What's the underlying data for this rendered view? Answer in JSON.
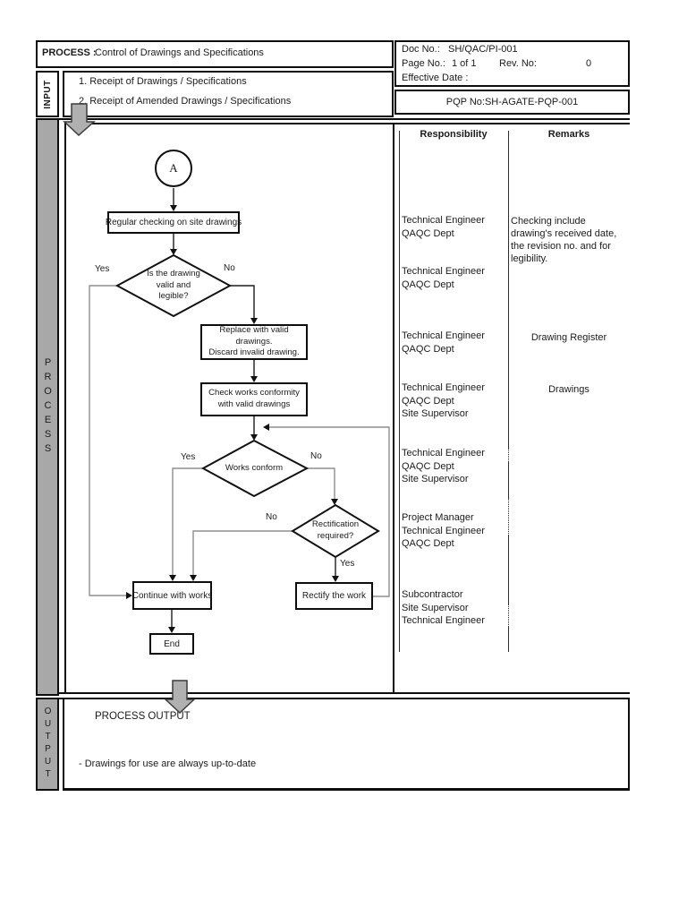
{
  "doc": {
    "header": {
      "process_label": "PROCESS :",
      "process_title": "Control of Drawings and Specifications",
      "doc_no_label": "Doc No.:",
      "doc_no_value": "SH/QAC/PI-001",
      "page_no_label": "Page No.:",
      "page_no_value": "1 of 1",
      "rev_no_label": "Rev. No:",
      "rev_no_value": "0",
      "effective_date_label": "Effective Date :",
      "pqp_no": "PQP No:SH-AGATE-PQP-001"
    },
    "input": {
      "label": "INPUT",
      "items": [
        "1. Receipt of Drawings / Specifications",
        "2. Receipt of Amended Drawings / Specifications"
      ]
    },
    "process": {
      "label": "PROCESS",
      "responsibility_header": "Responsibility",
      "remarks_header": "Remarks",
      "flowchart": {
        "connector_a": "A",
        "step_regular_checking": "Regular checking on site drawings",
        "decision_valid": "Is the drawing\nvalid and\nlegible?",
        "step_replace": "Replace with valid drawings.\nDiscard invalid drawing.",
        "step_check_conformity": "Check works conformity\nwith valid drawings",
        "decision_conform": "Works conform",
        "decision_rectification": "Rectification\nrequired?",
        "step_continue": "Continue with works",
        "step_rectify": "Rectify the work",
        "end": "End",
        "labels": {
          "d1_yes": "Yes",
          "d1_no": "No",
          "d2_yes": "Yes",
          "d2_no": "No",
          "d3_no": "No",
          "d3_yes": "Yes"
        }
      },
      "responsibilities": [
        "Technical Engineer\nQAQC Dept",
        "Technical Engineer\nQAQC Dept",
        "Technical Engineer\nQAQC Dept",
        "Technical Engineer\nQAQC Dept\nSite Supervisor",
        "Technical Engineer\nQAQC Dept\nSite Supervisor",
        "Project Manager\nTechnical Engineer\nQAQC Dept",
        "Subcontractor\nSite Supervisor\nTechnical Engineer"
      ],
      "remarks": [
        "Checking include drawing's received date, the revision no. and for legibility.",
        "Drawing Register",
        "Drawings"
      ]
    },
    "output": {
      "label": "OUTPUT",
      "title": "PROCESS OUTPUT",
      "items": [
        "- Drawings for use are always up-to-date"
      ]
    }
  }
}
